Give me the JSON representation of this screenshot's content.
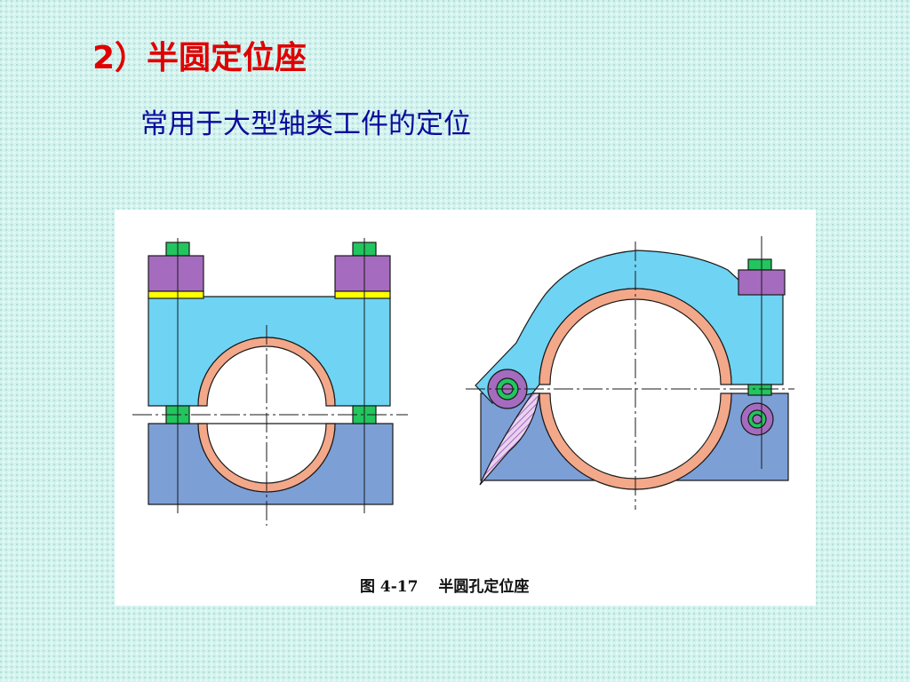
{
  "slide": {
    "title": "2）半圆定位座",
    "subtitle": "常用于大型轴类工件的定位"
  },
  "figure": {
    "caption": "图 4-17　 半圆孔定位座"
  },
  "colors": {
    "background": "#d3f3ef",
    "title": "#e00000",
    "subtitle": "#0b0b9c",
    "upper_body": "#6fd3f3",
    "lower_body": "#7c9fd6",
    "bearing_bush": "#f3a88a",
    "nut": "#a56bbf",
    "washer": "#ffff00",
    "bolt_stud": "#22c55e"
  }
}
